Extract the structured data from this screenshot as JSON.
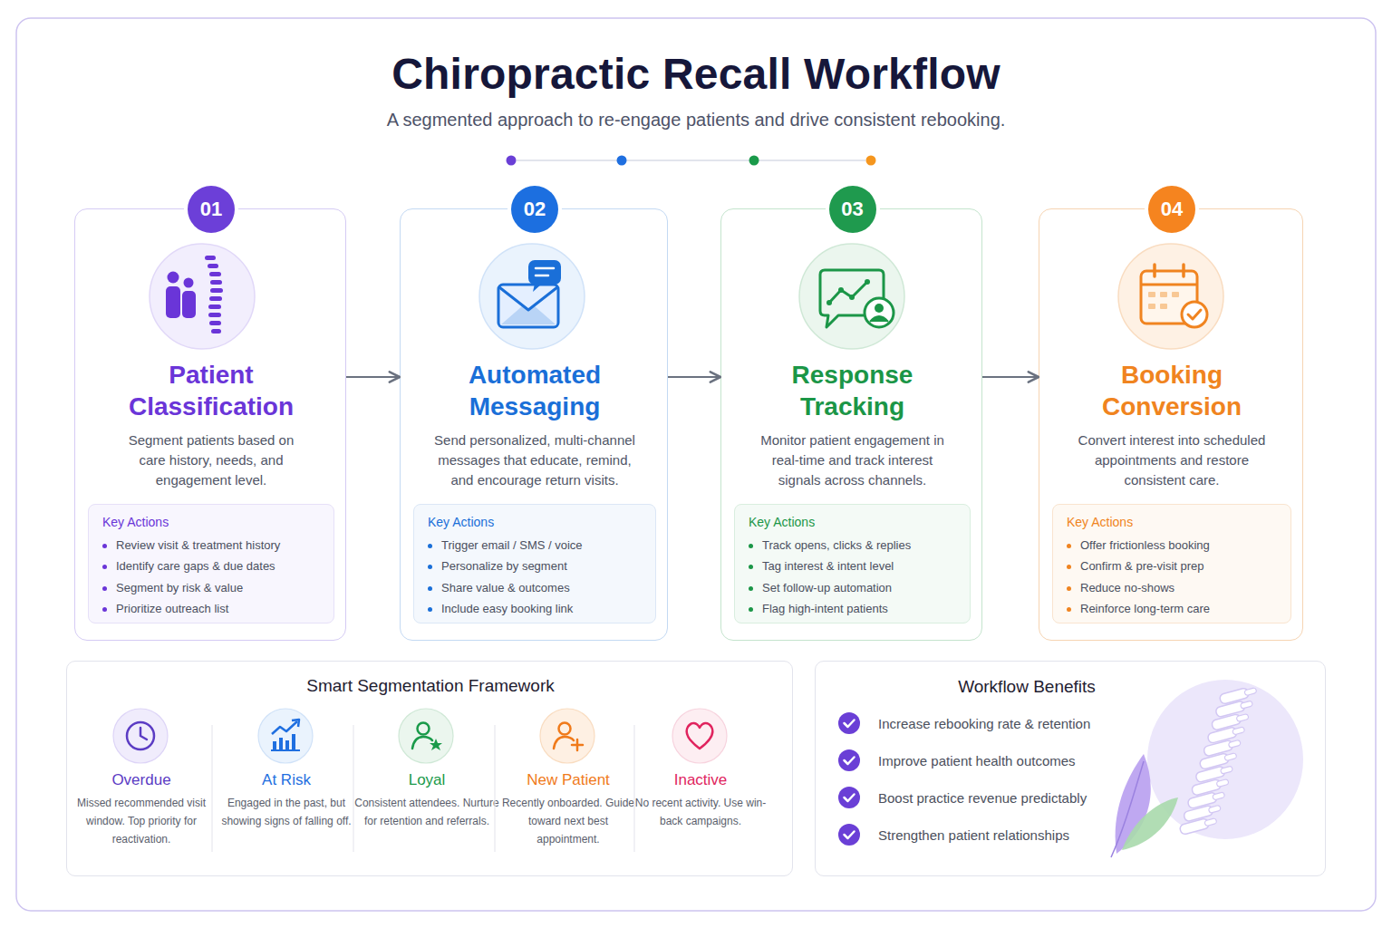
{
  "diagram": {
    "title": "Chiropractic Recall Workflow",
    "nodes": [
      {
        "text": [
          "Patient Classification",
          "Segment patients based on care history, needs, and engagement level."
        ]
      },
      {
        "text": [
          "01"
        ],
        "in": 0
      },
      {
        "text": [
          "Key Actions",
          "Review visit & treatment history",
          "Identify care gaps & due dates",
          "Segment by risk & value",
          "Prioritize outreach list"
        ],
        "in": 0
      },
      {
        "text": [
          "Automated Messaging",
          "Send personalized, multi-channel messages that educate, remind, and encourage return visits."
        ]
      },
      {
        "text": [
          "02"
        ],
        "in": 3
      },
      {
        "text": [
          "Key Actions",
          "Trigger email / SMS / voice",
          "Personalize by segment",
          "Share value & outcomes",
          "Include easy booking link"
        ],
        "in": 3
      },
      {
        "text": [
          "Response Tracking",
          "Monitor patient engagement in real-time and track interest signals across channels."
        ]
      },
      {
        "text": [
          "03"
        ],
        "in": 6
      },
      {
        "text": [
          "Key Actions",
          "Track opens, clicks & replies",
          "Tag interest & intent level",
          "Set follow-up automation",
          "Flag high-intent patients"
        ],
        "in": 6
      },
      {
        "text": [
          "Booking Conversion",
          "Convert interest into scheduled appointments and restore consistent care."
        ]
      },
      {
        "text": [
          "04"
        ],
        "in": 9
      },
      {
        "text": [
          "Key Actions",
          "Offer frictionless booking",
          "Confirm & pre-visit prep",
          "Reduce no-shows",
          "Reinforce long-term care"
        ],
        "in": 9
      },
      {
        "text": [
          "Smart Segmentation Framework"
        ]
      },
      {
        "text": [
          "Overdue",
          "Missed recommended visit window. Top priority for reactivation."
        ],
        "in": 12
      },
      {
        "text": [
          "At Risk",
          "Engaged in the past, but showing signs of falling off."
        ],
        "in": 12
      },
      {
        "text": [
          "Loyal",
          "Consistent attendees. Nurture for retention and referrals."
        ],
        "in": 12
      },
      {
        "text": [
          "New Patient",
          "Recently onboarded. Guide toward next best appointment."
        ],
        "in": 12
      },
      {
        "text": [
          "Inactive",
          "No recent activity. Use win-back campaigns."
        ],
        "in": 12
      },
      {
        "text": [
          "Workflow Benefits",
          "Increase rebooking rate & retention",
          "Improve patient health outcomes",
          "Boost practice revenue predictably",
          "Strengthen patient relationships"
        ]
      }
    ],
    "edges": [
      {
        "from": 0,
        "to": 3,
        "arrow": "to"
      },
      {
        "from": 3,
        "to": 6,
        "arrow": "to"
      },
      {
        "from": 6,
        "to": 9,
        "arrow": "to"
      }
    ],
    "labels": [
      "A segmented approach to re-engage patients and drive consistent rebooking."
    ]
  }
}
